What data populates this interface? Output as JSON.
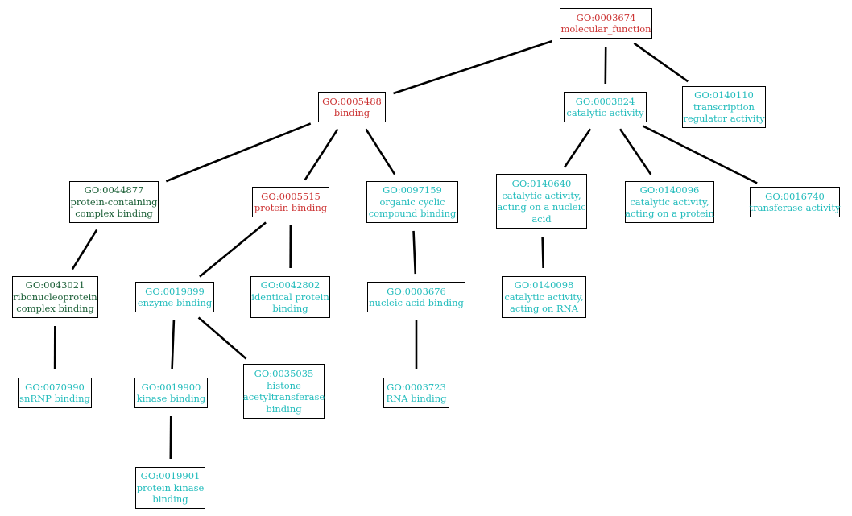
{
  "colors": {
    "red": "#cc3333",
    "cyan": "#22bcbc",
    "green": "#1a5e36",
    "edge": "#000000"
  },
  "nodes": [
    {
      "id": "n3674",
      "go": "GO:0003674",
      "lines": [
        "molecular_function"
      ],
      "color": "red"
    },
    {
      "id": "n5488",
      "go": "GO:0005488",
      "lines": [
        "binding"
      ],
      "color": "red"
    },
    {
      "id": "n3824",
      "go": "GO:0003824",
      "lines": [
        "catalytic activity"
      ],
      "color": "cyan"
    },
    {
      "id": "n140110",
      "go": "GO:0140110",
      "lines": [
        "transcription",
        "regulator activity"
      ],
      "color": "cyan"
    },
    {
      "id": "n44877",
      "go": "GO:0044877",
      "lines": [
        "protein-containing",
        "complex binding"
      ],
      "color": "green"
    },
    {
      "id": "n5515",
      "go": "GO:0005515",
      "lines": [
        "protein binding"
      ],
      "color": "red"
    },
    {
      "id": "n97159",
      "go": "GO:0097159",
      "lines": [
        "organic cyclic",
        "compound binding"
      ],
      "color": "cyan"
    },
    {
      "id": "n140640",
      "go": "GO:0140640",
      "lines": [
        "catalytic activity,",
        "acting on a nucleic",
        "acid"
      ],
      "color": "cyan"
    },
    {
      "id": "n140096",
      "go": "GO:0140096",
      "lines": [
        "catalytic activity,",
        "acting on a protein"
      ],
      "color": "cyan"
    },
    {
      "id": "n16740",
      "go": "GO:0016740",
      "lines": [
        "transferase activity"
      ],
      "color": "cyan"
    },
    {
      "id": "n43021",
      "go": "GO:0043021",
      "lines": [
        "ribonucleoprotein",
        "complex binding"
      ],
      "color": "green"
    },
    {
      "id": "n19899",
      "go": "GO:0019899",
      "lines": [
        "enzyme binding"
      ],
      "color": "cyan"
    },
    {
      "id": "n42802",
      "go": "GO:0042802",
      "lines": [
        "identical protein",
        "binding"
      ],
      "color": "cyan"
    },
    {
      "id": "n3676",
      "go": "GO:0003676",
      "lines": [
        "nucleic acid binding"
      ],
      "color": "cyan"
    },
    {
      "id": "n140098",
      "go": "GO:0140098",
      "lines": [
        "catalytic activity,",
        "acting on RNA"
      ],
      "color": "cyan"
    },
    {
      "id": "n70990",
      "go": "GO:0070990",
      "lines": [
        "snRNP binding"
      ],
      "color": "cyan"
    },
    {
      "id": "n19900",
      "go": "GO:0019900",
      "lines": [
        "kinase binding"
      ],
      "color": "cyan"
    },
    {
      "id": "n35035",
      "go": "GO:0035035",
      "lines": [
        "histone",
        "acetyltransferase",
        "binding"
      ],
      "color": "cyan"
    },
    {
      "id": "n3723",
      "go": "GO:0003723",
      "lines": [
        "RNA binding"
      ],
      "color": "cyan"
    },
    {
      "id": "n19901",
      "go": "GO:0019901",
      "lines": [
        "protein kinase",
        "binding"
      ],
      "color": "cyan"
    }
  ],
  "edges": [
    [
      "n3674",
      "n5488"
    ],
    [
      "n3674",
      "n3824"
    ],
    [
      "n3674",
      "n140110"
    ],
    [
      "n5488",
      "n44877"
    ],
    [
      "n5488",
      "n5515"
    ],
    [
      "n5488",
      "n97159"
    ],
    [
      "n3824",
      "n140640"
    ],
    [
      "n3824",
      "n140096"
    ],
    [
      "n3824",
      "n16740"
    ],
    [
      "n44877",
      "n43021"
    ],
    [
      "n5515",
      "n19899"
    ],
    [
      "n5515",
      "n42802"
    ],
    [
      "n97159",
      "n3676"
    ],
    [
      "n140640",
      "n140098"
    ],
    [
      "n43021",
      "n70990"
    ],
    [
      "n19899",
      "n19900"
    ],
    [
      "n19899",
      "n35035"
    ],
    [
      "n3676",
      "n3723"
    ],
    [
      "n19900",
      "n19901"
    ]
  ]
}
